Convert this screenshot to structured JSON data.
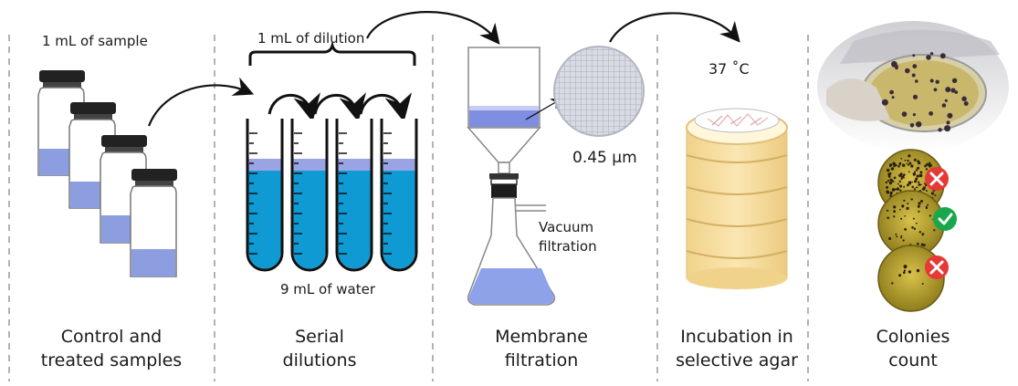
{
  "annotations": {
    "sample": "1 mL of sample",
    "dilution": "1 mL of dilution",
    "water": "9 mL of water",
    "pore": "0.45 μm",
    "vacuum_line1": "Vacuum",
    "vacuum_line2": "filtration",
    "temperature": "37 ˚C"
  },
  "stages": [
    {
      "line1": "Control and",
      "line2": "treated samples"
    },
    {
      "line1": "Serial",
      "line2": "dilutions"
    },
    {
      "line1": "Membrane",
      "line2": "filtration"
    },
    {
      "line1": "Incubation in",
      "line2": "selective agar"
    },
    {
      "line1": "Colonies",
      "line2": "count"
    }
  ],
  "colonies_results": [
    "reject-icon",
    "accept-icon",
    "reject-icon"
  ],
  "colors": {
    "liquid_light": "#8c9ee0",
    "liquid_dark": "#0f9ad3",
    "accept": "#1aa64a",
    "reject": "#e53935",
    "agar": "#c9b23a"
  }
}
